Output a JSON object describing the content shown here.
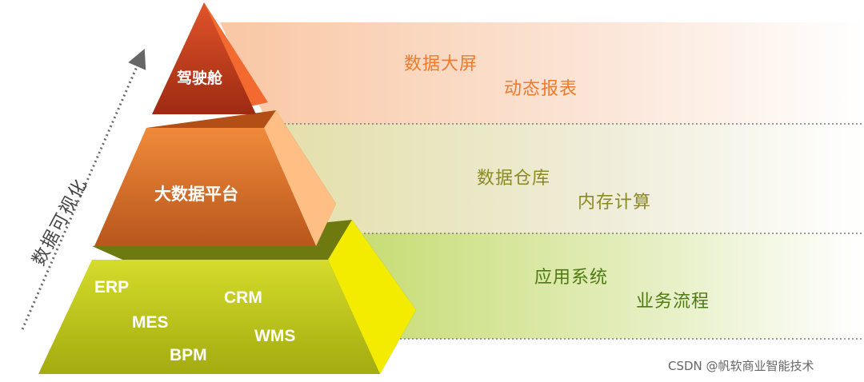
{
  "axis": {
    "label": "数据可视化"
  },
  "tiers": [
    {
      "name": "驾驶舱",
      "items": [
        "数据大屏",
        "动态报表"
      ],
      "colors": {
        "front": "#c0391b",
        "side": "#f26b38",
        "band": "#f6c7a8",
        "text": "#f07a2a"
      }
    },
    {
      "name": "大数据平台",
      "items": [
        "数据仓库",
        "内存计算"
      ],
      "colors": {
        "front": "#e0792e",
        "side": "#ffc48a",
        "band": "#e8e4bf",
        "text": "#8a8a22"
      }
    },
    {
      "name": "",
      "items": [
        "应用系统",
        "业务流程"
      ],
      "systems": [
        "ERP",
        "CRM",
        "MES",
        "WMS",
        "BPM"
      ],
      "colors": {
        "front": "#b3c21a",
        "side": "#f7ef00",
        "band": "#cfe08c",
        "text": "#4e7a12"
      }
    }
  ],
  "watermark": "CSDN @帆软商业智能技术"
}
